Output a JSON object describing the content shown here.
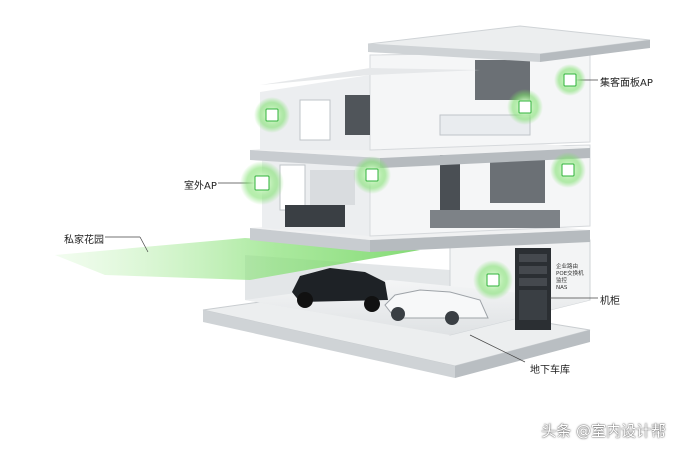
{
  "labels": {
    "ceiling_ap": "集客面板AP",
    "outdoor_ap": "室外AP",
    "garden": "私家花园",
    "cabinet": "机柜",
    "garage": "地下车库"
  },
  "cabinet_items": [
    "企业路由",
    "POE交换机",
    "监控",
    "NAS"
  ],
  "watermark": "头条 @室内设计帮",
  "colors": {
    "ap_glow": "#7be06a",
    "ap_ring": "#39c23a",
    "garden_green": "#9ee88f",
    "wall": "#e6e8ea"
  }
}
